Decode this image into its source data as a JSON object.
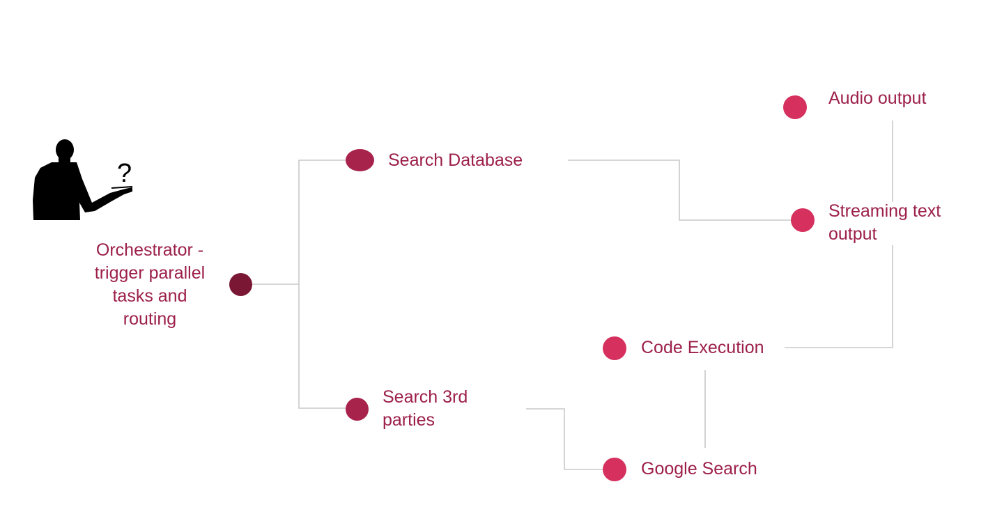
{
  "colors": {
    "line": "#c8c8c8",
    "node_dark": "#7a1734",
    "node_mid": "#a8234b",
    "node_bright": "#d6305e",
    "text": "#9c1f4a"
  },
  "diagram": {
    "orchestrator": {
      "icon": "person-question-icon",
      "label_lines": [
        "Orchestrator -",
        "trigger parallel",
        "tasks and",
        "routing"
      ]
    },
    "nodes": {
      "search_database": "Search Database",
      "search_3rd_parties_lines": [
        "Search 3rd",
        "parties"
      ],
      "audio_output": "Audio output",
      "streaming_text_output_lines": [
        "Streaming text",
        "output"
      ],
      "code_execution": "Code Execution",
      "google_search": "Google Search"
    }
  }
}
